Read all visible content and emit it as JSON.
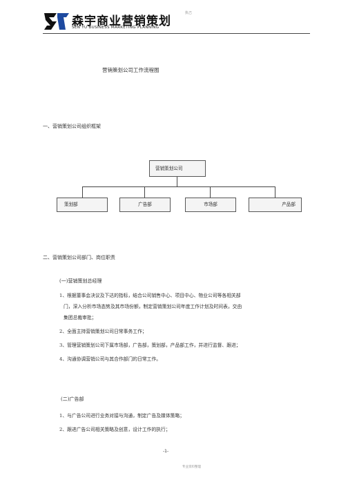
{
  "header": {
    "logo_cn": "森宇商业营销策划",
    "logo_en": "SEN YU BUSINESS MARKETING PLANNING",
    "corner_mark": "执己"
  },
  "document": {
    "title": "营销策划公司工作流程图",
    "section1_heading": "一、营销策划公司组织框架",
    "section2_heading": "二、营销策划公司部门、岗位职责",
    "sub1_heading": "(一)营销策划总经理",
    "sub1_items": [
      "1、根据董事会决议及下达的指标，结合公司销售中心、项目中心、物业公司等各相关部",
      "门，深入分析市场态势及其市场份额，制定营销策划公司年度工作计划及时间表，交由",
      "集团总裁审批；",
      "2、全面主持营销策划公司日常事务工作；",
      "3、管理营销策划公司下属市场部，广告部，策划部，产品部工作，并进行监督、跟进；",
      "4、沟通协调营销公司与其合作部门的日常工作。"
    ],
    "sub2_heading": "(二)广告部",
    "sub2_items": [
      "1、与广告公司进行业务对接与沟通，制定广告及媒体策略；",
      "2、跟进广告公司相关策略及创意，设计工作的执行；"
    ]
  },
  "org_chart": {
    "root": "营销策划公司",
    "children": [
      "策划部",
      "广告部",
      "市场部",
      "产品部"
    ]
  },
  "footer": {
    "page_number": "-1-",
    "caption": "专业资料整理"
  },
  "colors": {
    "logo_blue": "#1e4aa0",
    "logo_dark": "#111111",
    "box_fill": "#f4f4f4",
    "line": "#444444"
  }
}
